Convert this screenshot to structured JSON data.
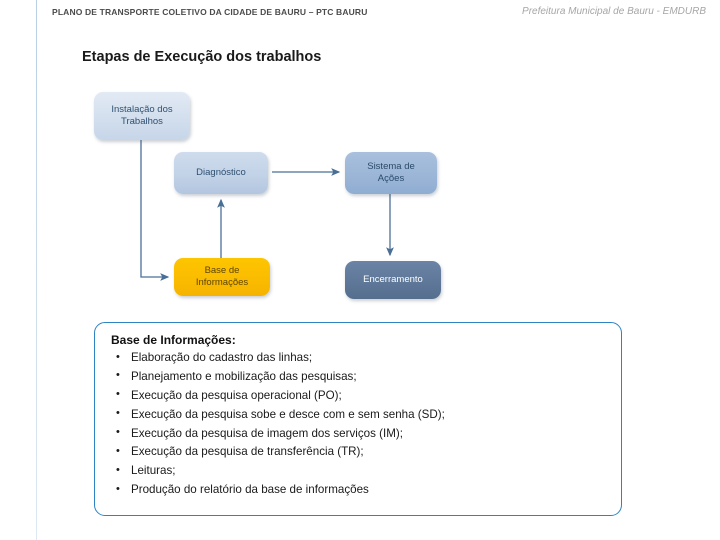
{
  "header": {
    "title": "PLANO DE TRANSPORTE COLETIVO DA CIDADE DE BAURU – PTC BAURU",
    "right_label": "Prefeitura Municipal de Bauru - EMDURB"
  },
  "slide": {
    "title": "Etapas de Execução dos trabalhos"
  },
  "flowchart": {
    "nodes": [
      {
        "id": "instalacao",
        "label": "Instalação dos\nTrabalhos",
        "line1": "Instalação dos",
        "line2": "Trabalhos",
        "color": "#d3dfee"
      },
      {
        "id": "diagnostico",
        "label": "Diagnóstico",
        "line1": "Diagnóstico",
        "line2": "",
        "color": "#c2d2e7"
      },
      {
        "id": "sistema",
        "label": "Sistema de\nAções",
        "line1": "Sistema de",
        "line2": "Ações",
        "color": "#9cb6d7"
      },
      {
        "id": "base",
        "label": "Base de\nInformações",
        "line1": "Base de",
        "line2": "Informações",
        "color": "#fbbd00"
      },
      {
        "id": "encerramento",
        "label": "Encerramento",
        "line1": "Encerramento",
        "line2": "",
        "color": "#5f7899"
      }
    ],
    "connectors": [
      {
        "from": "instalacao",
        "to": "base",
        "style": "elbow-down-right"
      },
      {
        "from": "base",
        "to": "diagnostico",
        "style": "straight-up"
      },
      {
        "from": "diagnostico",
        "to": "sistema",
        "style": "straight-right"
      },
      {
        "from": "sistema",
        "to": "encerramento",
        "style": "straight-down"
      }
    ],
    "connector_color": "#4a6f96"
  },
  "info_panel": {
    "heading": "Base de Informações:",
    "items": [
      "Elaboração do cadastro das linhas;",
      "Planejamento e mobilização das pesquisas;",
      "Execução da pesquisa operacional (PO);",
      "Execução da pesquisa sobe e desce com e sem senha (SD);",
      "Execução da pesquisa de imagem dos serviços (IM);",
      "Execução da pesquisa de transferência (TR);",
      "Leituras;",
      "Produção do relatório da base de informações"
    ],
    "border_color": "#2e83c2"
  }
}
